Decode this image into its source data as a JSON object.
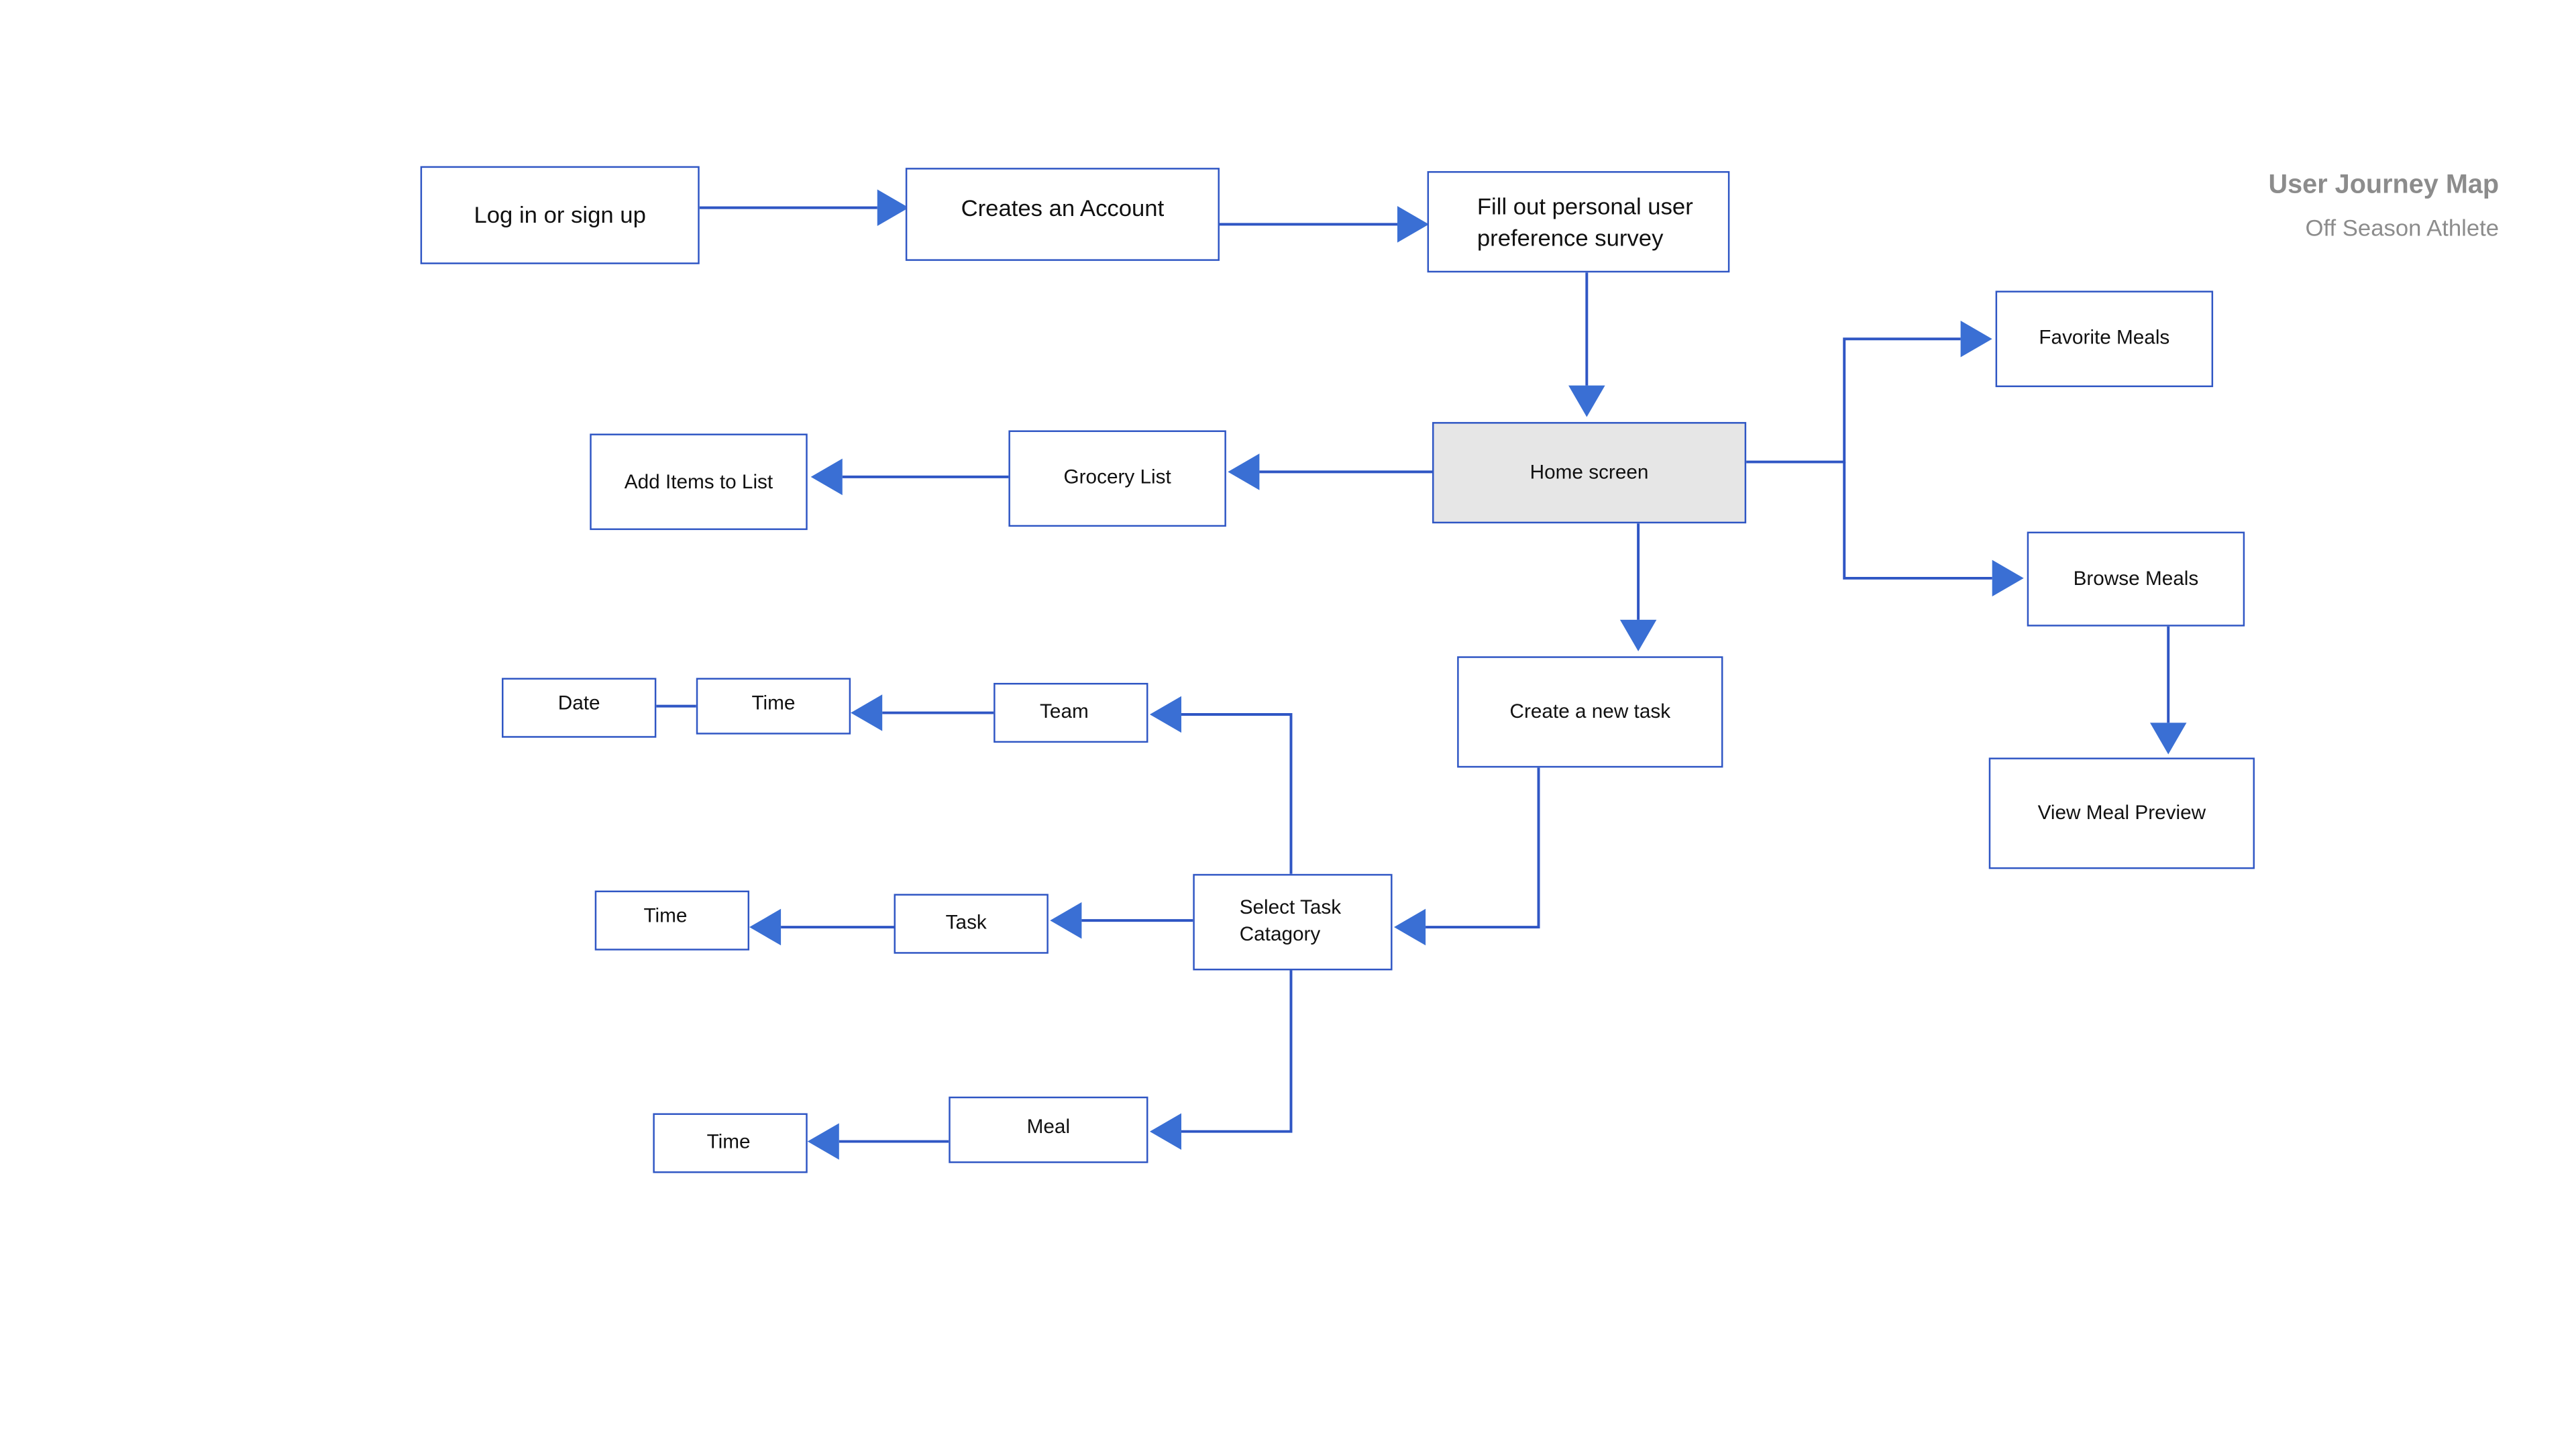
{
  "header": {
    "title": "User Journey Map",
    "subtitle": "Off Season Athlete"
  },
  "colors": {
    "stroke": "#2f56c4",
    "arrow": "#3a6fd4",
    "hub_fill": "#e6e6e6",
    "title_text": "#8c8c8c"
  },
  "nodes": {
    "login": "Log in or sign up",
    "create_account": "Creates an Account",
    "survey": "Fill out personal user\npreference survey",
    "home": "Home screen",
    "favorite_meals": "Favorite Meals",
    "browse_meals": "Browse Meals",
    "view_meal_preview": "View Meal Preview",
    "grocery_list": "Grocery List",
    "add_items": "Add Items to List",
    "create_task": "Create a new task",
    "select_category": "Select Task\nCatagory",
    "team": "Team",
    "team_time": "Time",
    "date": "Date",
    "task": "Task",
    "task_time": "Time",
    "meal": "Meal",
    "meal_time": "Time"
  },
  "edges": [
    {
      "from": "login",
      "to": "create_account"
    },
    {
      "from": "create_account",
      "to": "survey"
    },
    {
      "from": "survey",
      "to": "home"
    },
    {
      "from": "home",
      "to": "favorite_meals"
    },
    {
      "from": "home",
      "to": "browse_meals"
    },
    {
      "from": "browse_meals",
      "to": "view_meal_preview"
    },
    {
      "from": "home",
      "to": "grocery_list"
    },
    {
      "from": "grocery_list",
      "to": "add_items"
    },
    {
      "from": "home",
      "to": "create_task"
    },
    {
      "from": "create_task",
      "to": "select_category"
    },
    {
      "from": "select_category",
      "to": "team"
    },
    {
      "from": "select_category",
      "to": "task"
    },
    {
      "from": "select_category",
      "to": "meal"
    },
    {
      "from": "team",
      "to": "team_time"
    },
    {
      "from": "date",
      "to": "team_time"
    },
    {
      "from": "task",
      "to": "task_time"
    },
    {
      "from": "meal",
      "to": "meal_time"
    }
  ]
}
